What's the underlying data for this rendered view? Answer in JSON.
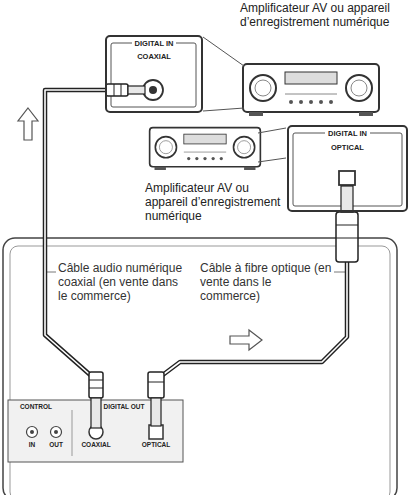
{
  "diagram": {
    "nodes": [
      {
        "text": [
          "DIGITAL IN",
          "COAXIAL"
        ]
      },
      {
        "text": [
          "Amplificateur AV ou appareil d’enregistrement numérique"
        ]
      },
      {
        "text": [
          "Amplificateur AV ou appareil d’enregistrement numérique"
        ]
      },
      {
        "text": [
          "DIGITAL IN",
          "OPTICAL"
        ]
      },
      {
        "text": [
          "CONTROL",
          "IN",
          "OUT",
          "DIGITAL OUT",
          "COAXIAL",
          "OPTICAL"
        ]
      }
    ],
    "edges": [
      {
        "from": 4,
        "to": 0,
        "arrow": "none"
      },
      {
        "from": 4,
        "to": 3,
        "arrow": "none"
      }
    ],
    "labels": [
      "Câble audio numérique coaxial (en vente dans le commerce)",
      "Câble à fibre optique (en vente dans le commerce)"
    ]
  }
}
